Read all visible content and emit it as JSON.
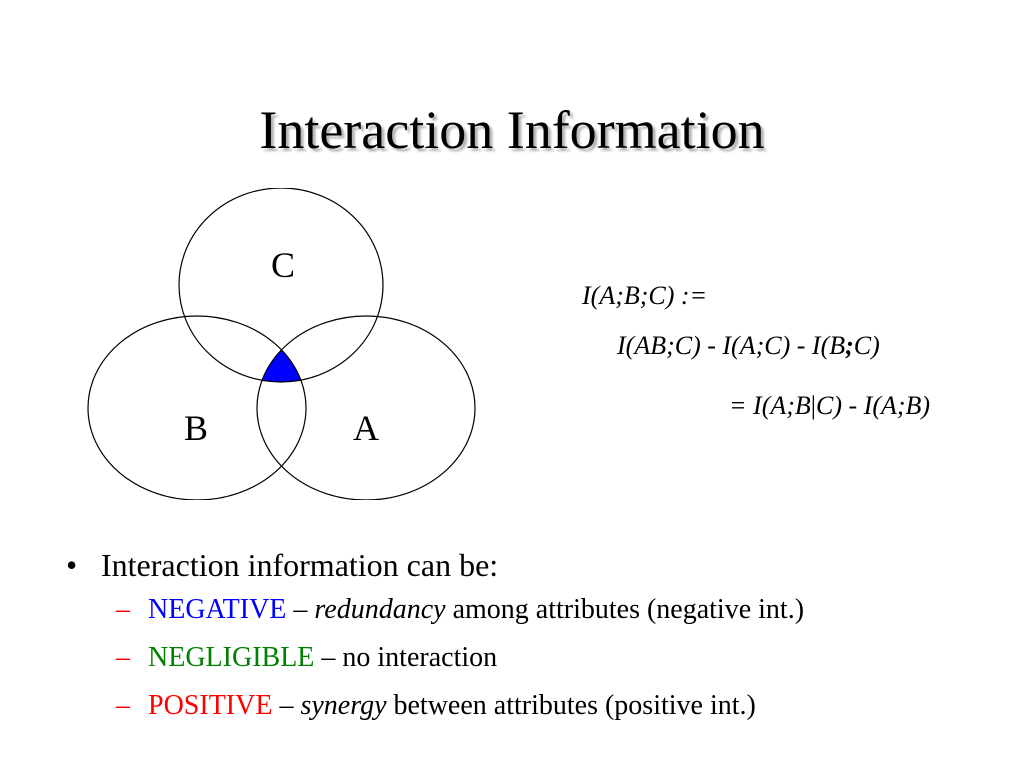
{
  "title": "Interaction Information",
  "venn": {
    "labels": {
      "c": "C",
      "b": "B",
      "a": "A"
    },
    "highlight_color": "#0000ff",
    "outline_color": "#000000"
  },
  "formula": {
    "line1": "I(A;B;C) :=",
    "line2": {
      "before": "I(AB;C) - I(A;C) - I(B",
      "sep": ";",
      "after": "C)"
    },
    "line3": {
      "before": "= I(A;B",
      "bar": "|",
      "after": "C) - I(A;B)"
    }
  },
  "bullets": {
    "main": {
      "marker": "•",
      "text": "Interaction information can be:"
    },
    "items": [
      {
        "dash": "–",
        "keyword": "NEGATIVE",
        "keyword_color": "#0000ff",
        "sep": " – ",
        "emphasis": "redundancy",
        "rest": " among attributes (negative int.)"
      },
      {
        "dash": "–",
        "keyword": "NEGLIGIBLE",
        "keyword_color": "#008000",
        "sep": " – ",
        "emphasis": "",
        "rest": "no interaction"
      },
      {
        "dash": "–",
        "keyword": "POSITIVE",
        "keyword_color": "#ff0000",
        "sep": " – ",
        "emphasis": "synergy",
        "rest": " between attributes (positive int.)"
      }
    ]
  }
}
